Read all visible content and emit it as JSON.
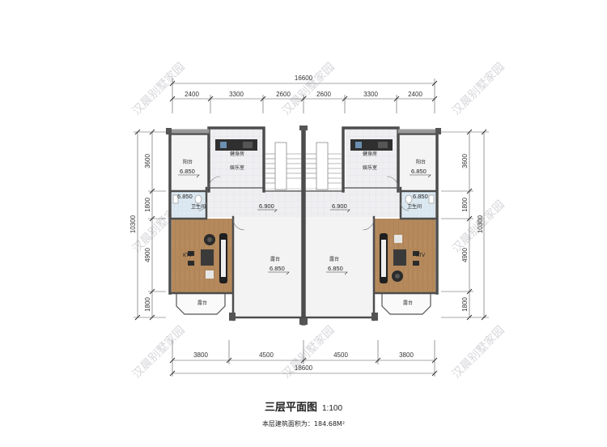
{
  "dimensions": {
    "top_total": "16600",
    "top_segments": [
      "2400",
      "3300",
      "2600",
      "2600",
      "3300",
      "2400"
    ],
    "bottom_total": "18600",
    "bottom_segments": [
      "3800",
      "4500",
      "4500",
      "3800"
    ],
    "left_segments": [
      "3600",
      "1800",
      "4900",
      "1800"
    ],
    "left_total": "10300",
    "right_segments": [
      "3600",
      "1800",
      "4900",
      "1800"
    ],
    "right_total": "10300"
  },
  "rooms": {
    "balcony_label": "阳台",
    "gym_label": "健身房",
    "entertainment_label": "娱乐室",
    "bathroom_label": "卫生间",
    "ktv_label": "KTV",
    "terrace_label": "露台",
    "bay_label": "露台"
  },
  "elevations": {
    "balcony_left": "6.850",
    "balcony_right": "6.850",
    "bath_left": "6.850",
    "bath_right": "6.850",
    "hall_left": "6.900",
    "hall_right": "6.900",
    "terrace_left": "6.850",
    "terrace_right": "6.850"
  },
  "watermark": "汉晨别墅家园",
  "title": {
    "name": "三层平面图",
    "scale": "1:100",
    "area_text": "本层建筑面积为：184.68M²"
  },
  "colors": {
    "wall": "#4d4d4d",
    "floor_tile": "#eeeef0",
    "wood": "#b58a5e",
    "bath": "#dfeaf3",
    "grass": "#cfd6c6",
    "terrace": "#f3f3f3"
  }
}
